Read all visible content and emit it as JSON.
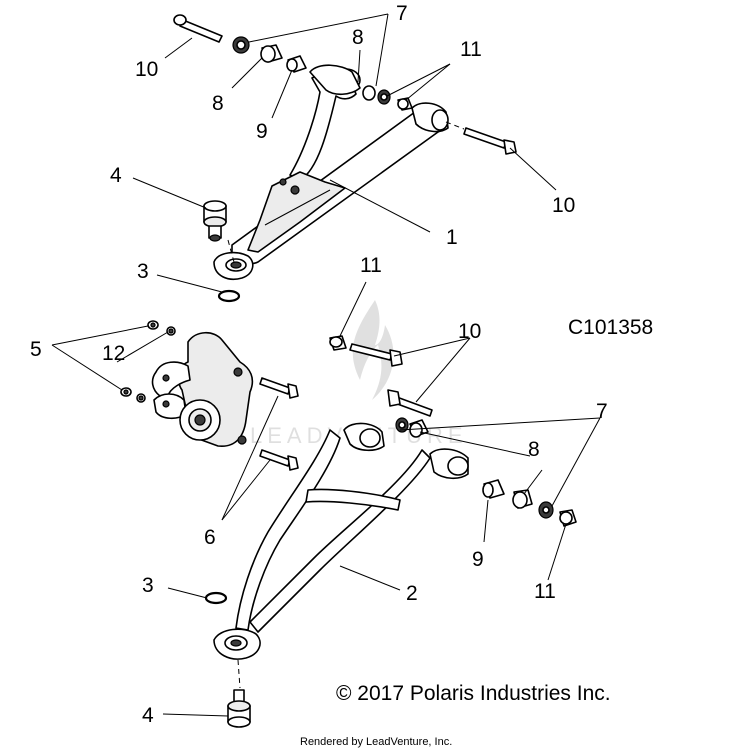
{
  "diagram_code": "C101358",
  "copyright": "© 2017 Polaris Industries Inc.",
  "rendered_by": "Rendered by LeadVenture, Inc.",
  "watermark": "LEADVENTURE",
  "callouts": {
    "c1": "1",
    "c2": "2",
    "c3_upper": "3",
    "c3_lower": "3",
    "c4_upper": "4",
    "c4_lower": "4",
    "c5": "5",
    "c6": "6",
    "c7_top": "7",
    "c7_right": "7",
    "c8_top_right": "8",
    "c8_top_left": "8",
    "c8_lower": "8",
    "c9_top": "9",
    "c9_lower": "9",
    "c10_top_left": "10",
    "c10_top_right": "10",
    "c10_middle": "10",
    "c11_top": "11",
    "c11_middle": "11",
    "c11_lower": "11",
    "c12": "12"
  }
}
